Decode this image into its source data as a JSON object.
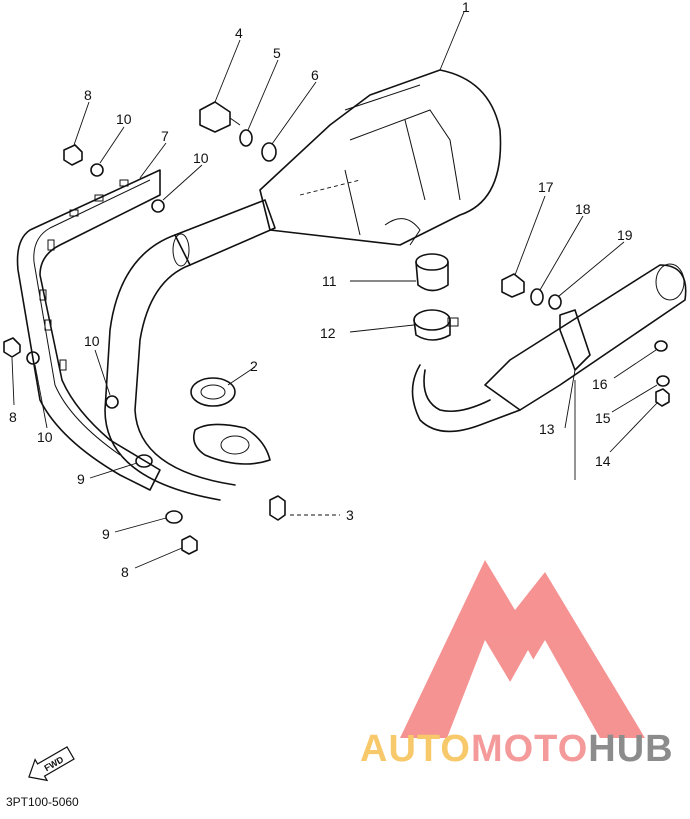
{
  "callouts": [
    "1",
    "2",
    "3",
    "4",
    "5",
    "6",
    "7",
    "8",
    "8",
    "8",
    "9",
    "9",
    "10",
    "10",
    "10",
    "10",
    "11",
    "12",
    "13",
    "14",
    "15",
    "16",
    "17",
    "18",
    "19"
  ],
  "fwd_label": "FWD",
  "diagram_code": "3PT100-5060",
  "watermark": {
    "part1": "AUTO",
    "part2": "MOTO",
    "part3": "HUB",
    "color1": "#f7c96a",
    "color2": "#f59a9a",
    "color3": "#8c8c8c",
    "logo_color": "#f4807f"
  }
}
